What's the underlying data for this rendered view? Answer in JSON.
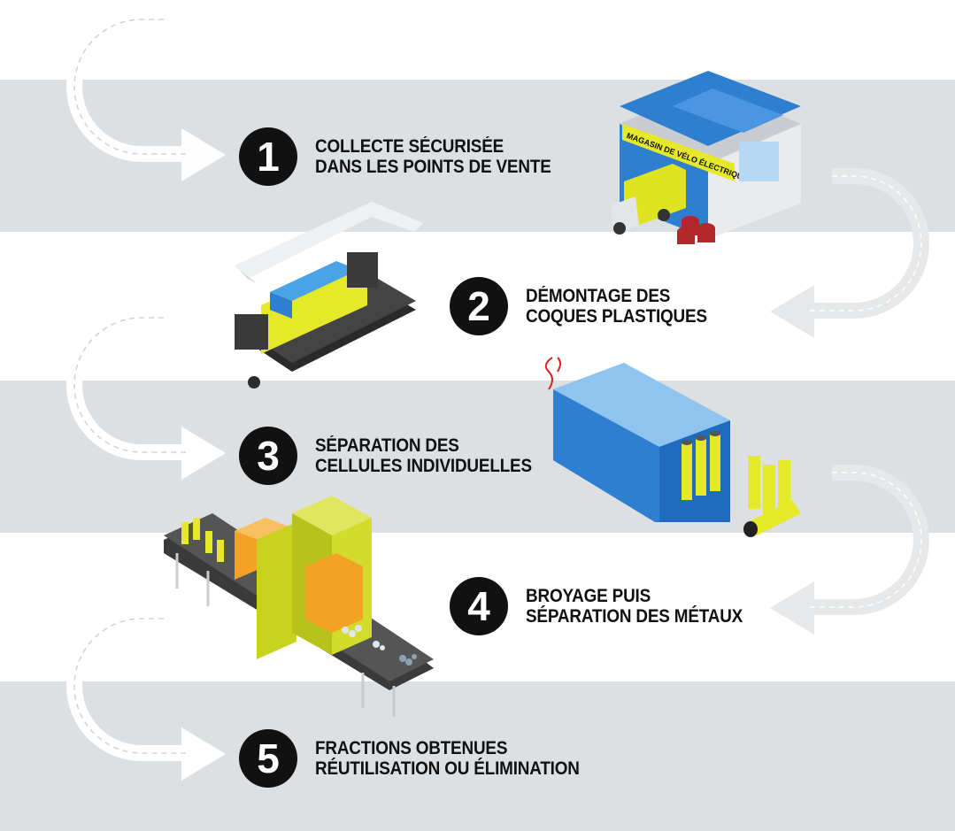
{
  "steps": [
    {
      "number": "1",
      "line1": "COLLECTE SÉCURISÉE",
      "line2": "DANS LES POINTS DE VENTE"
    },
    {
      "number": "2",
      "line1": "DÉMONTAGE DES",
      "line2": "COQUES PLASTIQUES"
    },
    {
      "number": "3",
      "line1": "SÉPARATION DES",
      "line2": "CELLULES INDIVIDUELLES"
    },
    {
      "number": "4",
      "line1": "BROYAGE PUIS",
      "line2": "SÉPARATION DES MÉTAUX"
    },
    {
      "number": "5",
      "line1": "FRACTIONS OBTENUES",
      "line2": "RÉUTILISATION OU ÉLIMINATION"
    }
  ],
  "illustrations": {
    "shop_sign": "MAGASIN DE VÉLO ÉLECTRIQUE"
  },
  "colors": {
    "band": "#dde0e3",
    "badge": "#111111",
    "accent_yellow": "#e6e82a",
    "accent_blue": "#2f7fd0",
    "accent_orange": "#f2a224"
  }
}
